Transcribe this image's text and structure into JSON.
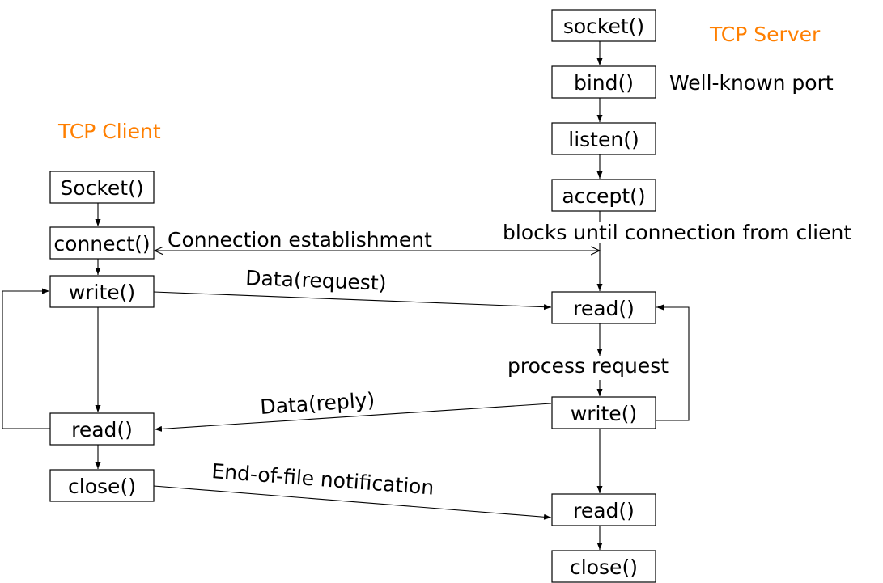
{
  "colors": {
    "title": "#ff7f00",
    "line": "#000000",
    "box_border": "#000000",
    "background": "#ffffff"
  },
  "server": {
    "title": "TCP Server",
    "socket": "socket()",
    "bind": "bind()",
    "bind_note": "Well-known port",
    "listen": "listen()",
    "accept": "accept()",
    "accept_note": "blocks until connection from client",
    "read": "read()",
    "process_note": "process request",
    "write": "write()",
    "read_eof": "read()",
    "close": "close()"
  },
  "client": {
    "title": "TCP Client",
    "socket": "Socket()",
    "connect": "connect()",
    "write": "write()",
    "read": "read()",
    "close": "close()"
  },
  "messages": {
    "connection": "Connection establishment",
    "request": "Data(request)",
    "reply": "Data(reply)",
    "eof": "End-of-file notification"
  }
}
